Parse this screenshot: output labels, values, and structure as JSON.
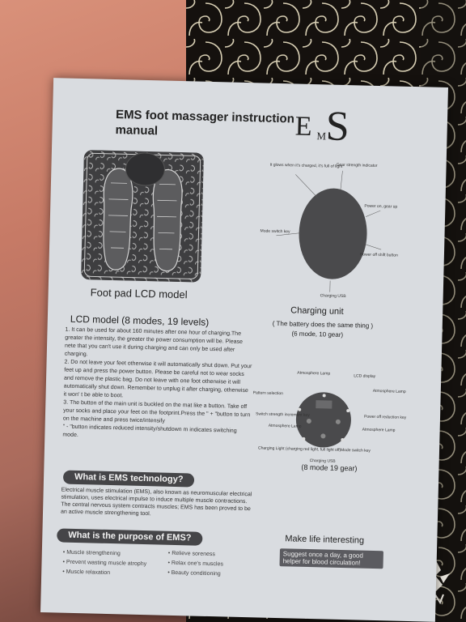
{
  "document": {
    "title": "EMS foot massager instruction manual",
    "brand": {
      "e": "E",
      "m": "M",
      "s": "S"
    },
    "footpad_label": "Foot pad LCD model",
    "unit_a": {
      "callouts": [
        "It glows when it's charged, it's full of light",
        "Gear strength indicator",
        "Power on, gear up",
        "Mode switch key",
        "Power off shift button",
        "Charging USB"
      ],
      "label": "Charging unit",
      "note1": "( The battery does the same thing )",
      "note2": "(6 mode, 10 gear)"
    },
    "lcd": {
      "heading": "LCD model (8 modes, 19 levels)",
      "paragraphs": [
        "1. It can be used for about 160 minutes after one hour of charging.The greater the intensity, the greater the power consumption will be. Please nete that you can't use it during charging and can only be used after charging.",
        "2. Do not leave your feet otherwise it will automatically shut down. Put your feet up and press the power button. Please be careful not to wear socks and remove the plastic bag. Do not leave with one foot otherwise it will automatically shut down. Remember to unplug it after charging, otherwise it won' t be able to boot.",
        "3. The button of the main unit is buckled on the mat like a button. Take off your socks and place your feet on the footprint.Press the \" + \"button to turn on the machine and press twice/intensify",
        "\" - \"button indicates reduced intensity/shutdown m indicates switching mode."
      ]
    },
    "unit_b": {
      "callouts": [
        "Atmosphere Lamp",
        "LCD display",
        "Atmosphere Lamp",
        "Pattern selection",
        "Power off reduction key",
        "Switch strength increment key",
        "Atmosphere Lamp",
        "Atmosphere Lamp",
        "Mode switch key",
        "Charging Light (charging red light, full light off)",
        "Charging USB"
      ],
      "label": "(8 mode 19 gear)"
    },
    "ems": {
      "heading": "What is EMS technology?",
      "body": "Electrical muscle stimulation (EMS), also known as neuromuscular electrical stimulation, uses electrical impulse to induce multiple muscle contractions. The central nervous system contracts muscles; EMS has been proved to be an active muscle strengthening tool."
    },
    "purpose": {
      "heading": "What is the purpose of EMS?",
      "left_items": [
        "Muscle strengthening",
        "Prevent wasting muscle atrophy",
        "Muscle relaxation"
      ],
      "right_items": [
        "Relieve soreness",
        "Relax one's muscles",
        "Beauty conditioning"
      ]
    },
    "slogan": "Make life interesting",
    "banner": "Suggest once a day, a good helper for blood circulation!"
  },
  "colors": {
    "paper": "#d9dce0",
    "pill": "#454548",
    "device": "#4a4a4c"
  }
}
